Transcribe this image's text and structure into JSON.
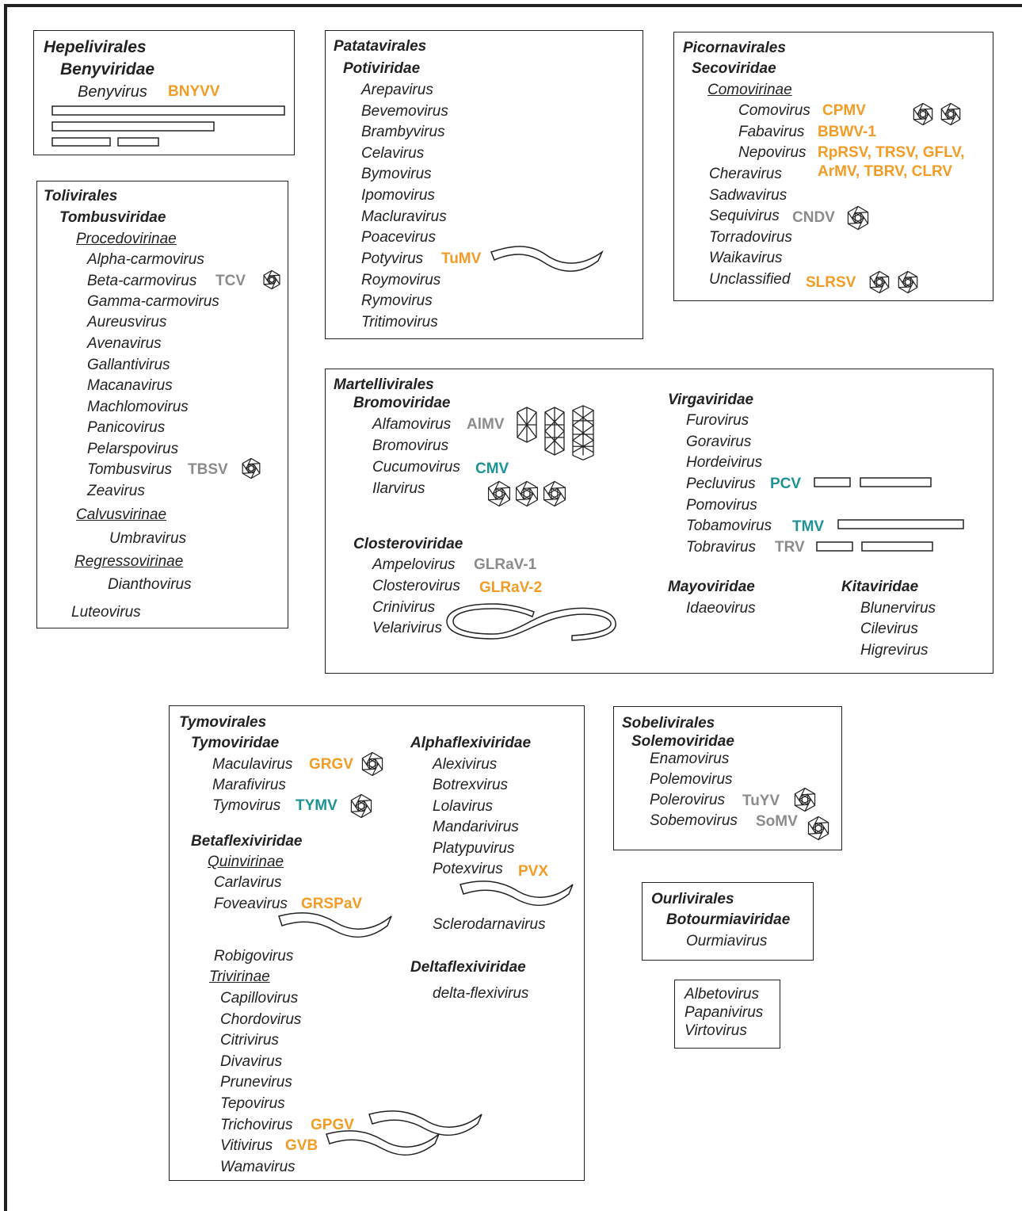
{
  "colors": {
    "orange": "#F29B25",
    "teal": "#1E9396",
    "gray": "#8B8B8B",
    "line": "#222222"
  },
  "shape_types": [
    "icosahedron-particle-icon",
    "filament-particle-icon",
    "rod-particle-icon",
    "closterovirus-particle-icon"
  ],
  "hepelivirales": {
    "order": "Hepelivirales",
    "family": "Benyviridae",
    "genus": "Benyvirus",
    "abbr": "BNYVV"
  },
  "tolivirales": {
    "order": "Tolivirales",
    "family": "Tombusviridae",
    "sub1": "Procedovirinae",
    "g": [
      "Alpha-carmovirus",
      "Beta-carmovirus",
      "Gamma-carmovirus",
      "Aureusvirus",
      "Avenavirus",
      "Gallantivirus",
      "Macanavirus",
      "Machlomovirus",
      "Panicovirus",
      "Pelarspovirus",
      "Tombusvirus",
      "Zeavirus"
    ],
    "abbr_tcv": "TCV",
    "abbr_tbsv": "TBSV",
    "sub2": "Calvusvirinae",
    "g_umbra": "Umbravirus",
    "sub3": "Regressovirinae",
    "g_diantho": "Dianthovirus",
    "g_luteo": "Luteovirus"
  },
  "patatavirales": {
    "order": "Patatavirales",
    "family": "Potiviridae",
    "g": [
      "Arepavirus",
      "Bevemovirus",
      "Brambyvirus",
      "Celavirus",
      "Bymovirus",
      "Ipomovirus",
      "Macluravirus",
      "Poacevirus",
      "Potyvirus",
      "Roymovirus",
      "Rymovirus",
      "Tritimovirus"
    ],
    "abbr_tumv": "TuMV"
  },
  "picornavirales": {
    "order": "Picornavirales",
    "family": "Secoviridae",
    "sub": "Comovirinae",
    "g": [
      "Comovirus",
      "Fabavirus",
      "Nepovirus",
      "Cheravirus",
      "Sadwavirus",
      "Sequivirus",
      "Torradovirus",
      "Waikavirus",
      "Unclassified"
    ],
    "abbr_cpmv": "CPMV",
    "abbr_bbwv": "BBWV-1",
    "abbr_nepo1": "RpRSV, TRSV, GFLV,",
    "abbr_nepo2": "ArMV, TBRV, CLRV",
    "abbr_cndv": "CNDV",
    "abbr_slrsv": "SLRSV"
  },
  "martellivirales": {
    "order": "Martellivirales",
    "bromo": {
      "family": "Bromoviridae",
      "g": [
        "Alfamovirus",
        "Bromovirus",
        "Cucumovirus",
        "Ilarvirus"
      ],
      "abbr_almv": "AlMV",
      "abbr_cmv": "CMV"
    },
    "clostero": {
      "family": "Closteroviridae",
      "g": [
        "Ampelovirus",
        "Closterovirus",
        "Crinivirus",
        "Velarivirus"
      ],
      "abbr_glrav1": "GLRaV-1",
      "abbr_glrav2": "GLRaV-2"
    },
    "virga": {
      "family": "Virgaviridae",
      "g": [
        "Furovirus",
        "Goravirus",
        "Hordeivirus",
        "Pecluvirus",
        "Pomovirus",
        "Tobamovirus",
        "Tobravirus"
      ],
      "abbr_pcv": "PCV",
      "abbr_tmv": "TMV",
      "abbr_trv": "TRV"
    },
    "mayo": {
      "family": "Mayoviridae",
      "g": [
        "Idaeovirus"
      ]
    },
    "kita": {
      "family": "Kitaviridae",
      "g": [
        "Blunervirus",
        "Cilevirus",
        "Higrevirus"
      ]
    }
  },
  "tymovirales": {
    "order": "Tymovirales",
    "tymo": {
      "family": "Tymoviridae",
      "g": [
        "Maculavirus",
        "Marafivirus",
        "Tymovirus"
      ],
      "abbr_grgv": "GRGV",
      "abbr_tymv": "TYMV"
    },
    "beta": {
      "family": "Betaflexiviridae",
      "sub1": "Quinvirinae",
      "g1": [
        "Carlavirus",
        "Foveavirus",
        "Robigovirus"
      ],
      "abbr_grspav": "GRSPaV",
      "sub2": "Trivirinae",
      "g2": [
        "Capillovirus",
        "Chordovirus",
        "Citrivirus",
        "Divavirus",
        "Prunevirus",
        "Tepovirus",
        "Trichovirus",
        "Vitivirus",
        "Wamavirus"
      ],
      "abbr_gpgv": "GPGV",
      "abbr_gvb": "GVB"
    },
    "alpha": {
      "family": "Alphaflexiviridae",
      "g": [
        "Alexivirus",
        "Botrexvirus",
        "Lolavirus",
        "Mandarivirus",
        "Platypuvirus",
        "Potexvirus",
        "Sclerodarnavirus"
      ],
      "abbr_pvx": "PVX"
    },
    "delta": {
      "family": "Deltaflexiviridae",
      "g": [
        "delta-flexivirus"
      ]
    }
  },
  "sobelivirales": {
    "order": "Sobelivirales",
    "family": "Solemoviridae",
    "g": [
      "Enamovirus",
      "Polemovirus",
      "Polerovirus",
      "Sobemovirus"
    ],
    "abbr_tuyv": "TuYV",
    "abbr_somv": "SoMV"
  },
  "ourlivirales": {
    "order": "Ourlivirales",
    "family": "Botourmiaviridae",
    "g": [
      "Ourmiavirus"
    ]
  },
  "unassigned": {
    "g": [
      "Albetovirus",
      "Papanivirus",
      "Virtovirus"
    ]
  }
}
